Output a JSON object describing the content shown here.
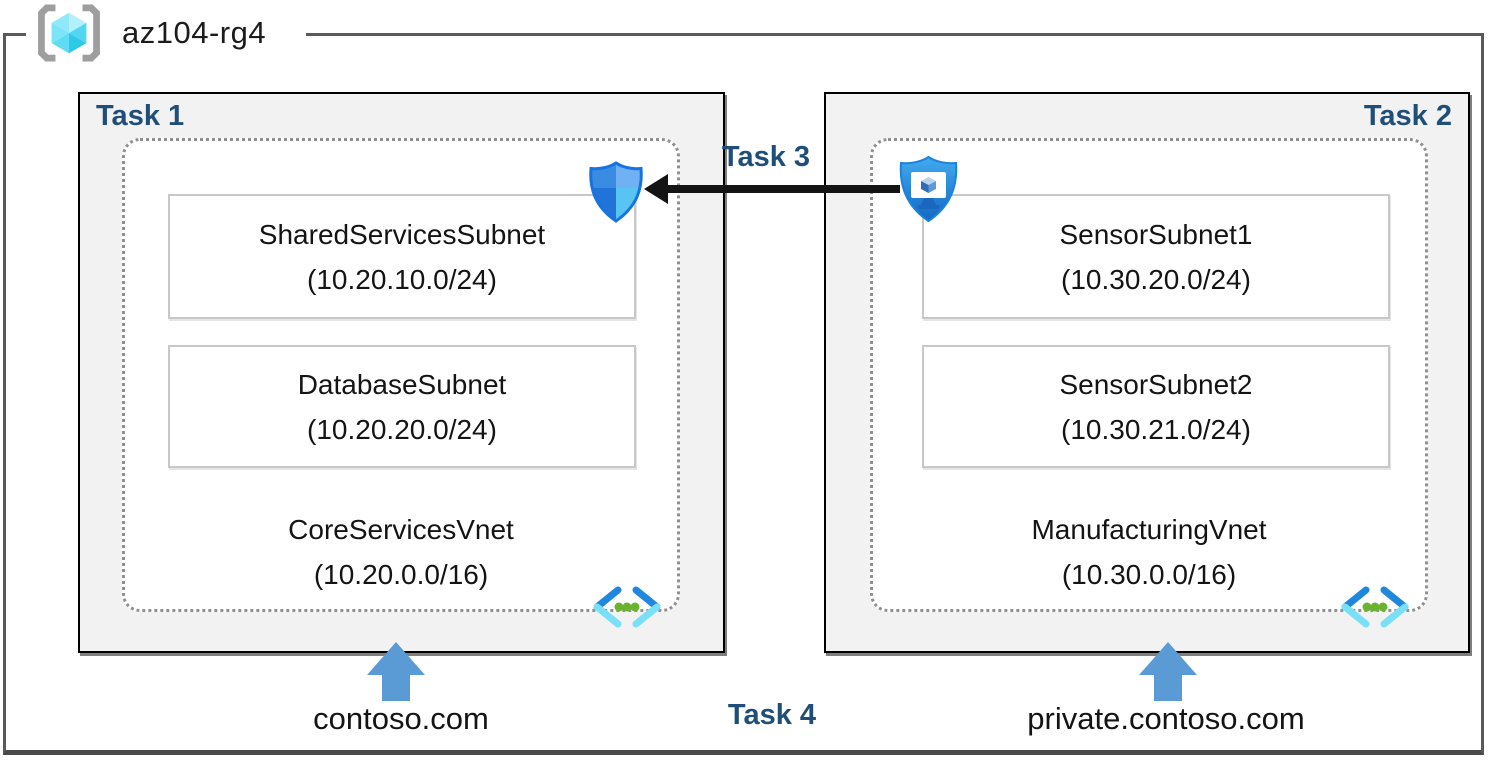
{
  "resource_group": {
    "name": "az104-rg4",
    "icon": "resource-group-icon"
  },
  "vnets": {
    "left": {
      "task_label": "Task 1",
      "subnets": [
        {
          "name": "SharedServicesSubnet",
          "cidr": "(10.20.10.0/24)"
        },
        {
          "name": "DatabaseSubnet",
          "cidr": "(10.20.20.0/24)"
        }
      ],
      "name": "CoreServicesVnet",
      "cidr": "(10.20.0.0/16)",
      "dns_domain": "contoso.com",
      "icon": "virtual-network-icon"
    },
    "right": {
      "task_label": "Task 2",
      "subnets": [
        {
          "name": "SensorSubnet1",
          "cidr": "(10.30.20.0/24)"
        },
        {
          "name": "SensorSubnet2",
          "cidr": "(10.30.21.0/24)"
        }
      ],
      "name": "ManufacturingVnet",
      "cidr": "(10.30.0.0/16)",
      "dns_domain": "private.contoso.com",
      "icon": "virtual-network-icon"
    }
  },
  "annotations": {
    "task3_label": "Task 3",
    "task4_label": "Task 4"
  },
  "icons": {
    "left_shield": "network-security-group-shield-icon",
    "right_shield": "application-security-group-shield-icon",
    "arrow_between_shields": "left-pointing-black-arrow",
    "bottom_arrows": "blue-up-arrow"
  },
  "colors": {
    "task_label": "#1f4e79",
    "dns_arrow": "#5b9bd5",
    "peering_arrow": "#141414",
    "box_background": "#f2f2f2",
    "frame_border": "#58595b",
    "dotted_border": "#8f9092",
    "subnet_border": "#c6c8c9"
  }
}
